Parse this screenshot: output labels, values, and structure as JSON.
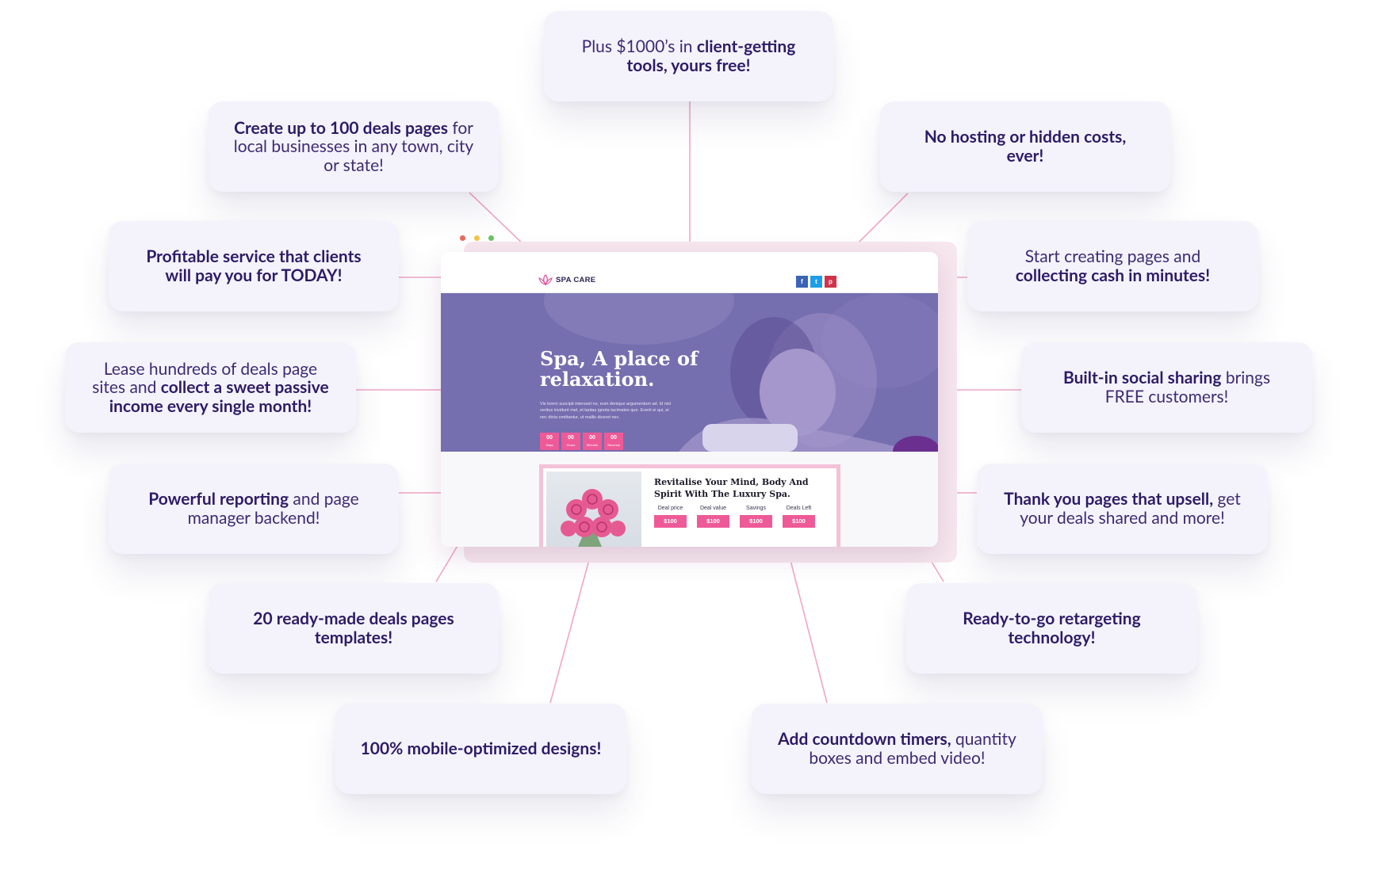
{
  "colors": {
    "card_bg": "#f4f3fc",
    "text": "#3d2a72",
    "connector": "#f2a6c6",
    "accent_pink": "#ee5a97",
    "hero_overlay": "#7a72b5"
  },
  "cards": {
    "top": {
      "pre": "Plus $1000’s in ",
      "bold": "client-getting tools, yours free!",
      "post": ""
    },
    "create_pages": {
      "pre": "",
      "bold": "Create up to 100 deals pages",
      "post": " for local businesses in any town, city or state!"
    },
    "no_hosting": {
      "pre": "",
      "bold": "No hosting or hidden costs, ever!",
      "post": ""
    },
    "profitable": {
      "pre": "",
      "bold": "Profitable service that clients will pay you for TODAY!",
      "post": ""
    },
    "start_creating": {
      "pre": "Start creating pages and ",
      "bold": "collecting cash in minutes!",
      "post": ""
    },
    "lease": {
      "pre": "Lease hundreds of deals page sites and ",
      "bold": "collect a sweet passive income every single month!",
      "post": ""
    },
    "social": {
      "pre": "",
      "bold": "Built-in social sharing",
      "post": " brings FREE customers!"
    },
    "reporting": {
      "pre": "",
      "bold": "Powerful reporting",
      "post": " and page manager backend!"
    },
    "thank_you": {
      "pre": "",
      "bold": "Thank you pages that upsell,",
      "post": " get your deals shared and more!"
    },
    "templates": {
      "pre": "",
      "bold": "20 ready-made deals pages templates!",
      "post": ""
    },
    "retargeting": {
      "pre": "",
      "bold": "Ready-to-go retargeting technology!",
      "post": ""
    },
    "mobile": {
      "pre": "",
      "bold": "100% mobile-optimized designs!",
      "post": ""
    },
    "countdown": {
      "pre": "",
      "bold": "Add countdown timers,",
      "post": " quantity boxes and embed video!"
    }
  },
  "mockup": {
    "logo_text": "SPA CARE",
    "social_icons": [
      "facebook-icon",
      "twitter-icon",
      "pinterest-icon"
    ],
    "social_glyphs": {
      "facebook": "f",
      "twitter": "t",
      "pinterest": "p"
    },
    "hero_title": "Spa, A place of relaxation.",
    "hero_text": "Vis lorem suscipit intersset no, eum denique argumentum ad. Id nisl veritus invidunt mel, et tantas ignota tacimates quo. Everti ei qui, ei nec dicta omittantur, ut mallis diceret nec.",
    "countdown": [
      {
        "value": "00",
        "label": "Days"
      },
      {
        "value": "00",
        "label": "Hours"
      },
      {
        "value": "00",
        "label": "Minutes"
      },
      {
        "value": "00",
        "label": "Seconds"
      }
    ],
    "deal_title": "Revitalise Your Mind, Body And Spirit With The Luxury Spa.",
    "deal_columns": [
      {
        "label": "Deal price",
        "value": "$100"
      },
      {
        "label": "Deal value",
        "value": "$100"
      },
      {
        "label": "Savings",
        "value": "$100"
      },
      {
        "label": "Deals Left",
        "value": "$100"
      }
    ]
  }
}
